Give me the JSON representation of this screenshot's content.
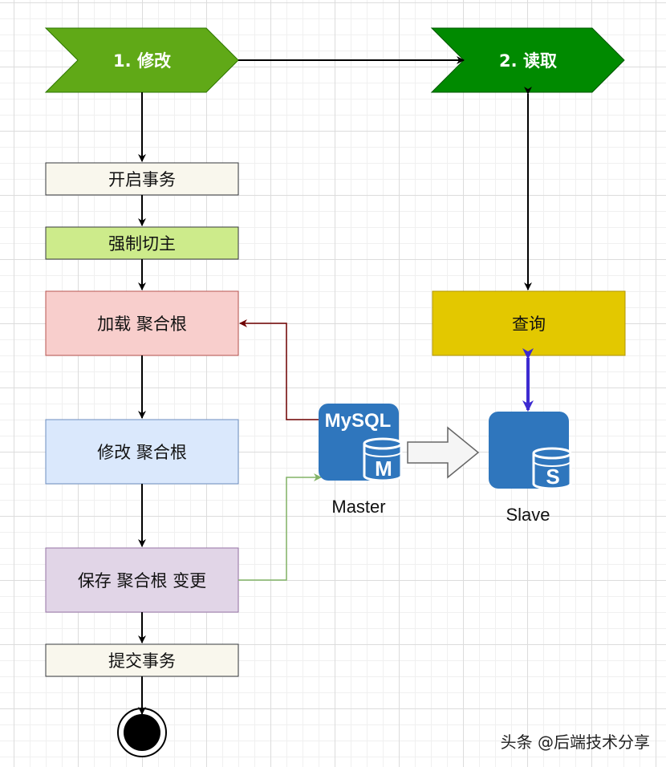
{
  "nodes": {
    "modify": "1. 修改",
    "read": "2. 读取",
    "begin_tx": "开启事务",
    "force_master": "强制切主",
    "load": "加载 聚合根",
    "modify_root": "修改 聚合根",
    "save": "保存 聚合根 变更",
    "commit": "提交事务",
    "query": "查询"
  },
  "databases": {
    "master": {
      "badge": "MySQL",
      "letter": "M",
      "caption": "Master"
    },
    "slave": {
      "letter": "S",
      "caption": "Slave"
    }
  },
  "watermark": "头条 @后端技术分享",
  "colors": {
    "modify_fill": "#60a917",
    "read_fill": "#008a00",
    "begin_fill": "#f9f7ed",
    "force_fill": "#cdeb8b",
    "load_fill": "#f8cecc",
    "load_stroke": "#b85450",
    "modify_root_fill": "#dae8fc",
    "modify_root_stroke": "#6c8ebf",
    "save_fill": "#e1d5e7",
    "save_stroke": "#9673a6",
    "query_fill": "#e3c800",
    "db_blue": "#2f76bd",
    "arrow_red": "#6f0000",
    "arrow_green": "#82b366",
    "arrow_purple": "#3d2bd0"
  }
}
